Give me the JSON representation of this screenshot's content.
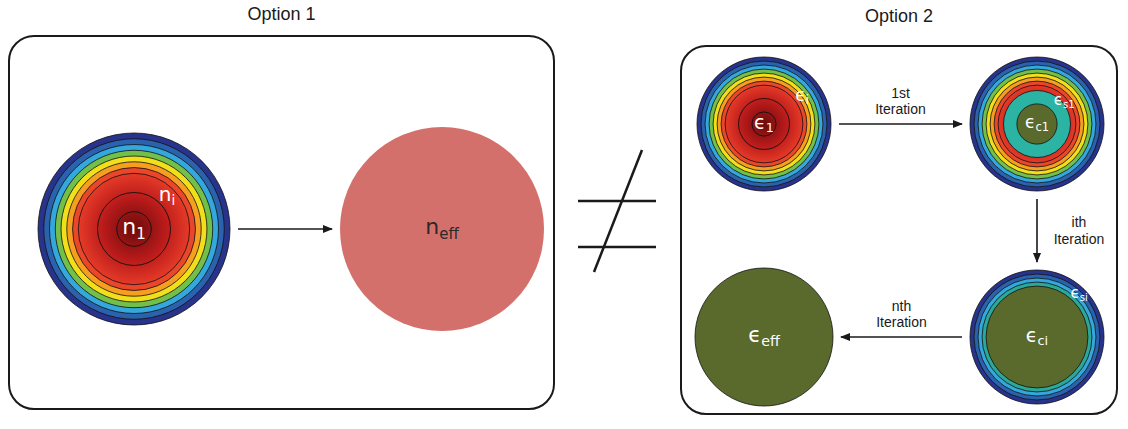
{
  "diagram": {
    "nodes": [
      {
        "text": [
          "Option 1"
        ]
      },
      {
        "text": [
          "n1",
          "ni"
        ],
        "in": 0
      },
      {
        "text": [
          "neff"
        ],
        "in": 0
      },
      {
        "text": [
          "Option 2"
        ]
      },
      {
        "text": [
          "ϵ1",
          "ϵi"
        ],
        "in": 3
      },
      {
        "text": [
          "ϵc1",
          "ϵs1"
        ],
        "in": 3
      },
      {
        "text": [
          "ϵci",
          "ϵsi"
        ],
        "in": 3
      },
      {
        "text": [
          "ϵeff"
        ],
        "in": 3
      }
    ],
    "edges": [
      {
        "from": 1,
        "to": 2,
        "arrow": "to"
      },
      {
        "from": 4,
        "to": 5,
        "arrow": "to",
        "label": "1st Iteration"
      },
      {
        "from": 5,
        "to": 6,
        "arrow": "to",
        "label": "ith Iteration"
      },
      {
        "from": 6,
        "to": 7,
        "arrow": "to",
        "label": "nth Iteration"
      }
    ]
  }
}
